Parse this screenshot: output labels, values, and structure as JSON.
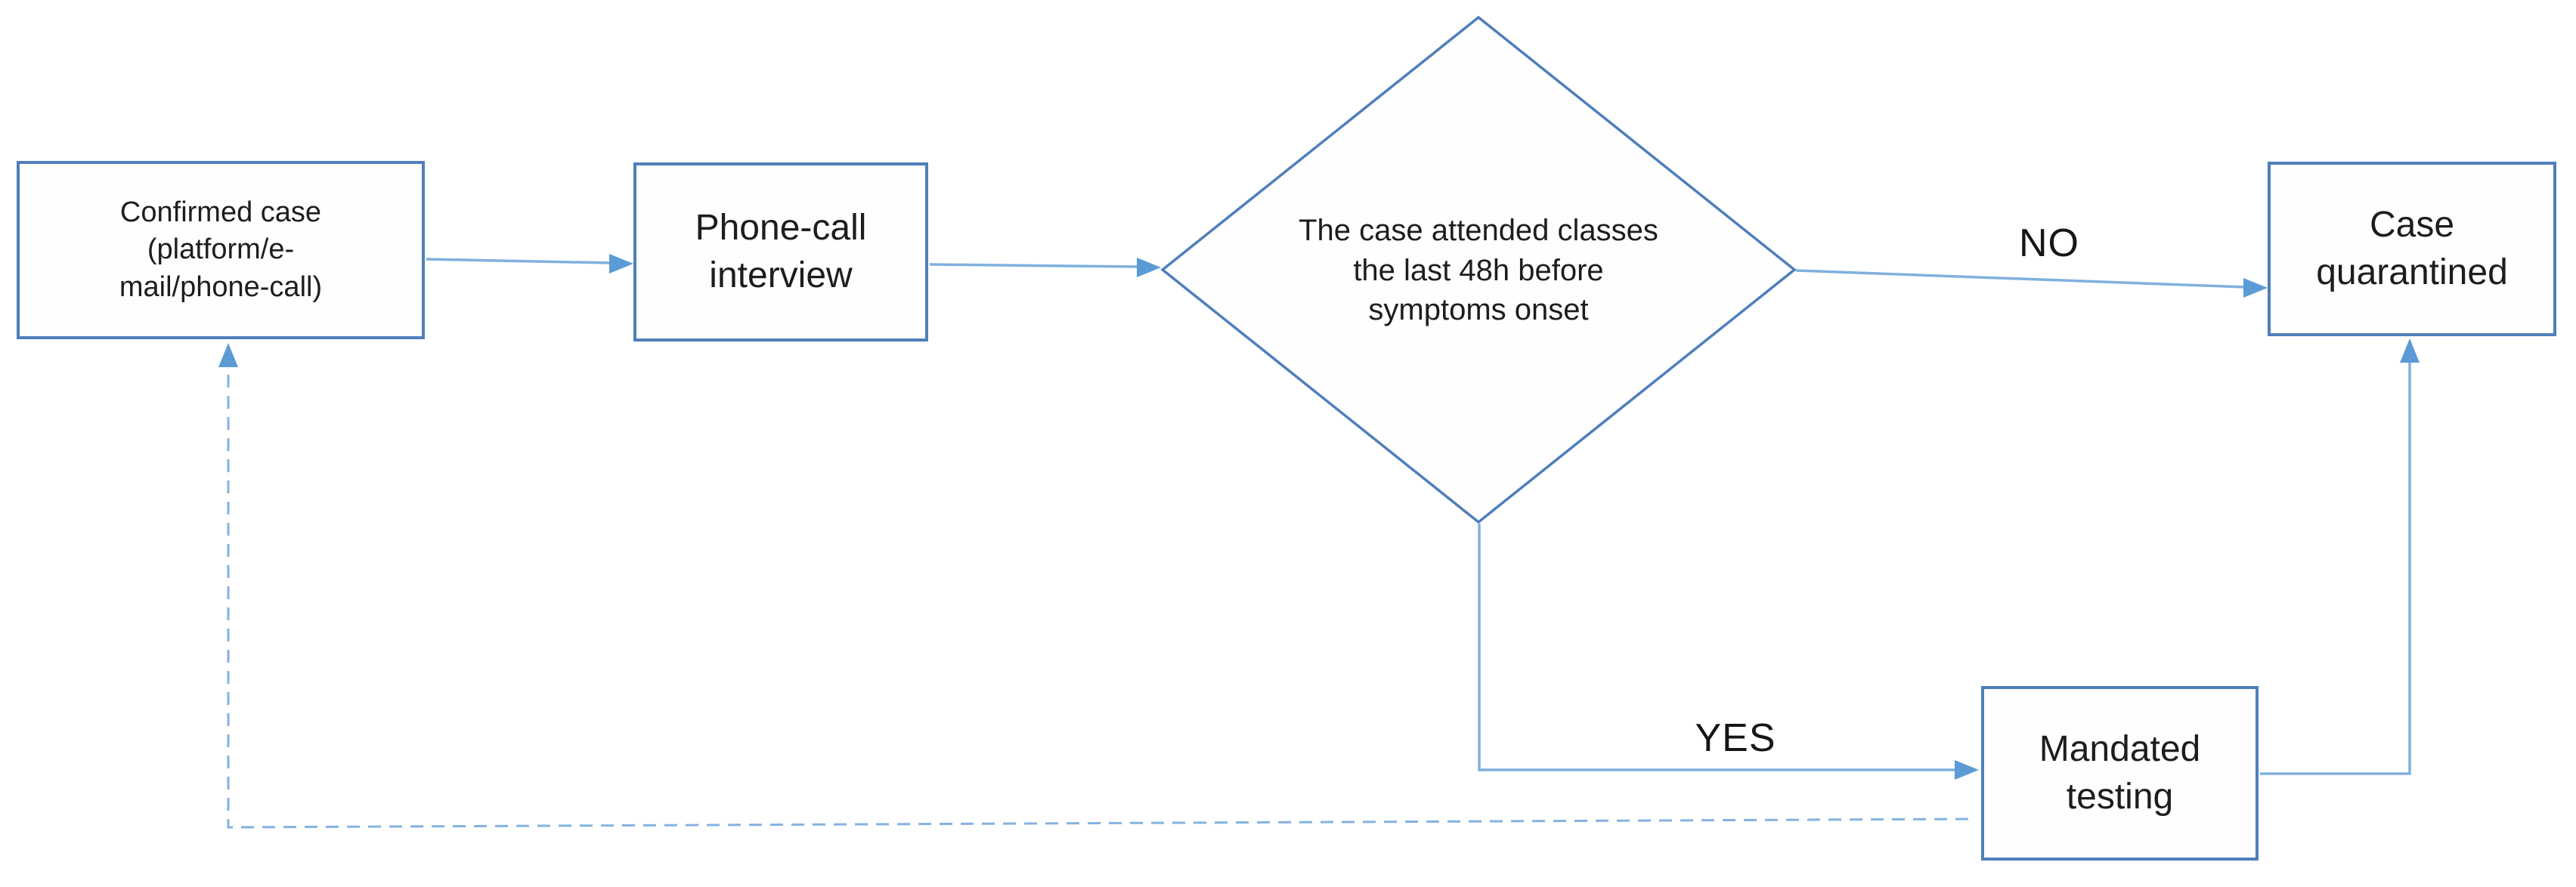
{
  "diagram": {
    "type": "flowchart",
    "nodes": {
      "confirmed_case": {
        "label": "Confirmed case\n(platform/e-\nmail/phone-call)",
        "shape": "rectangle"
      },
      "phone_interview": {
        "label": "Phone-call\ninterview",
        "shape": "rectangle"
      },
      "decision_attended": {
        "label": "The case attended classes\nthe last 48h before\nsymptoms onset",
        "shape": "diamond"
      },
      "case_quarantined": {
        "label": "Case\nquarantined",
        "shape": "rectangle"
      },
      "mandated_testing": {
        "label": "Mandated\ntesting",
        "shape": "rectangle"
      }
    },
    "edges": [
      {
        "from": "confirmed_case",
        "to": "phone_interview",
        "label": "",
        "style": "solid"
      },
      {
        "from": "phone_interview",
        "to": "decision_attended",
        "label": "",
        "style": "solid"
      },
      {
        "from": "decision_attended",
        "to": "case_quarantined",
        "label": "NO",
        "style": "solid"
      },
      {
        "from": "decision_attended",
        "to": "mandated_testing",
        "label": "YES",
        "style": "solid"
      },
      {
        "from": "mandated_testing",
        "to": "case_quarantined",
        "label": "",
        "style": "solid"
      },
      {
        "from": "mandated_testing",
        "to": "confirmed_case",
        "label": "",
        "style": "dashed"
      }
    ],
    "colors": {
      "box_border": "#4e7fba",
      "diamond_border": "#4e7fba",
      "connector": "#7fb0df",
      "arrowhead": "#5b9bd5",
      "dashed_connector": "#85b2e0",
      "text": "#1d1d1d",
      "background": "#ffffff"
    }
  }
}
